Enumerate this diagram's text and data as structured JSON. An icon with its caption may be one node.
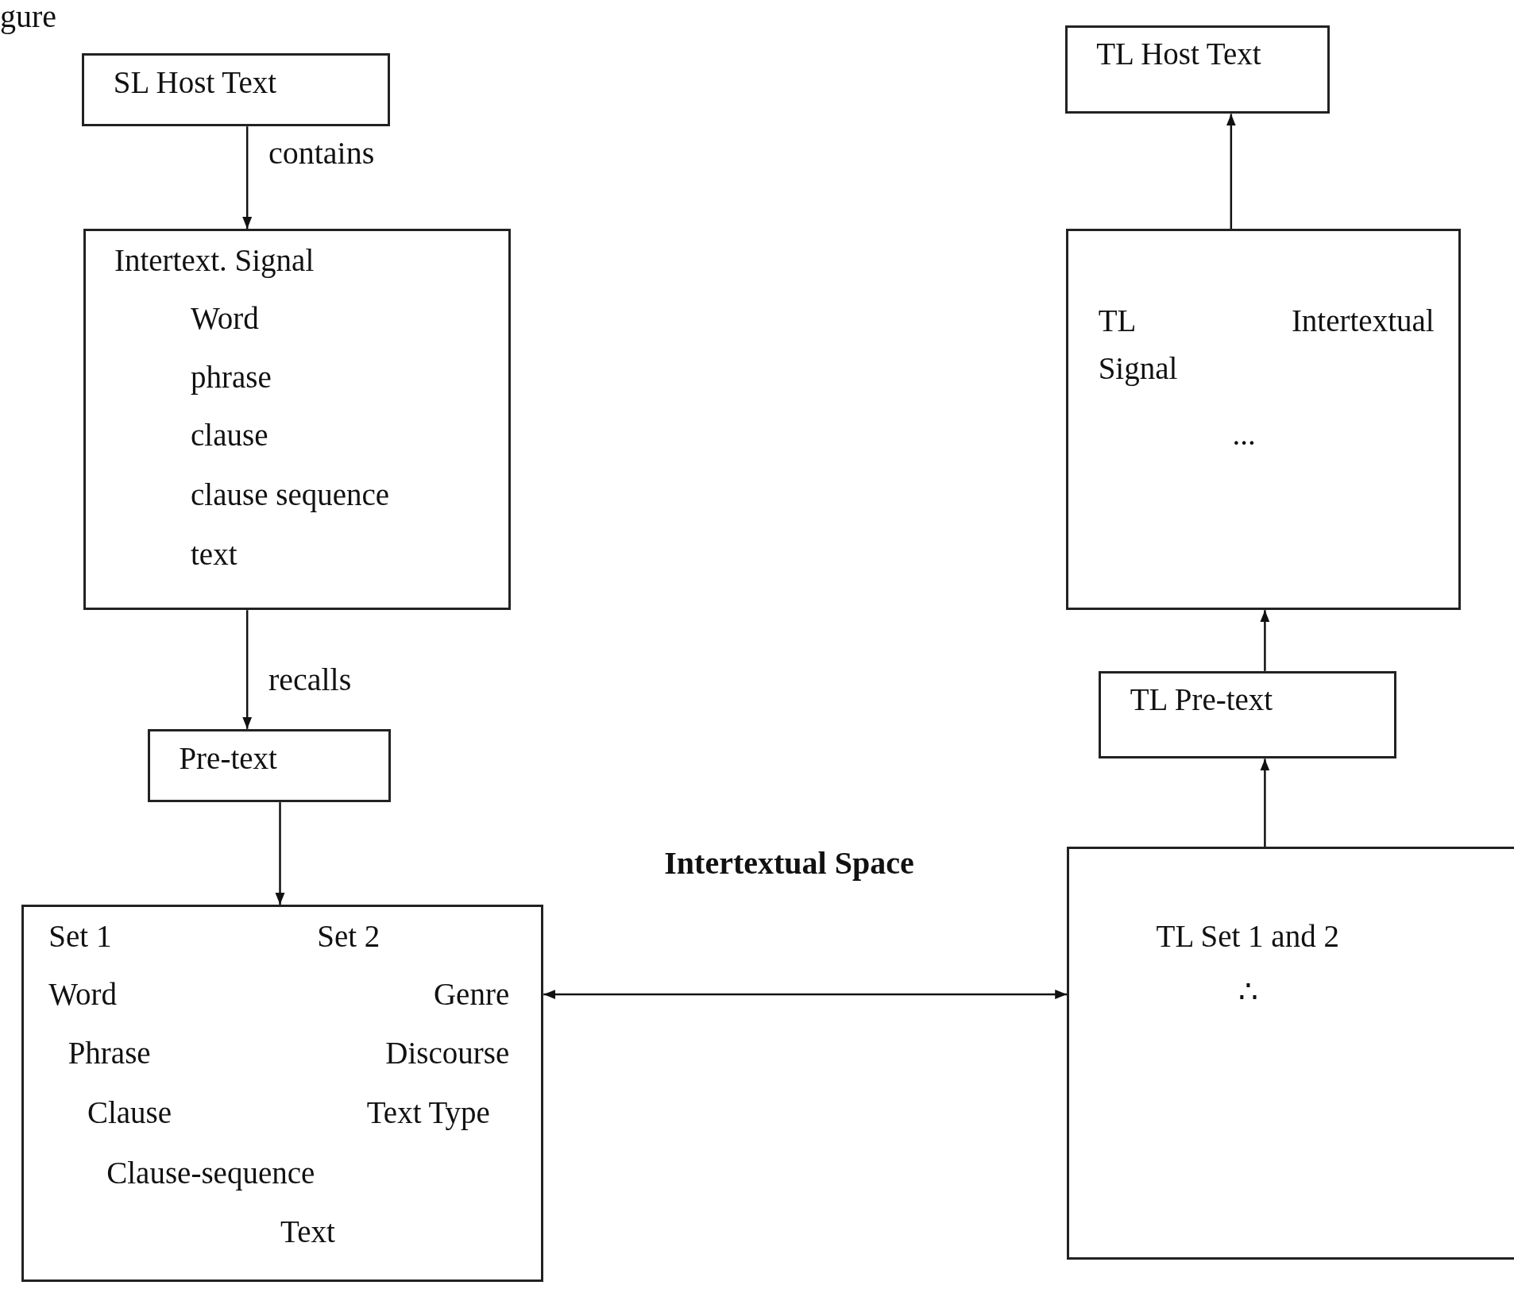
{
  "diagram": {
    "nodes": [
      {
        "text": [
          "SL Host Text"
        ]
      },
      {
        "text": [
          "Intertext. Signal",
          "Word",
          "phrase",
          "clause",
          "clause sequence",
          "text"
        ]
      },
      {
        "text": [
          "Pre-text"
        ]
      },
      {
        "text": [
          "Set 1",
          "Set 2",
          "Word",
          "Genre",
          "Phrase",
          "Discourse",
          "Clause",
          "Text Type",
          "Clause-sequence",
          "Text"
        ]
      },
      {
        "text": [
          "TL Host Text"
        ]
      },
      {
        "text": [
          "TL Intertextual Signal",
          "..."
        ]
      },
      {
        "text": [
          "TL Pre-text"
        ]
      },
      {
        "text": [
          "TL Set 1 and 2",
          "∴"
        ]
      }
    ],
    "edges": [
      {
        "from": 0,
        "to": 1,
        "arrow": "to",
        "label": "contains"
      },
      {
        "from": 1,
        "to": 2,
        "arrow": "to",
        "label": "recalls"
      },
      {
        "from": 2,
        "to": 3,
        "arrow": "to"
      },
      {
        "from": 3,
        "to": 7,
        "arrow": "both"
      },
      {
        "from": 7,
        "to": 6,
        "arrow": "to"
      },
      {
        "from": 6,
        "to": 5,
        "arrow": "to"
      },
      {
        "from": 5,
        "to": 4,
        "arrow": "to"
      }
    ],
    "labels": [
      "gure",
      "Intertextual Space"
    ]
  }
}
